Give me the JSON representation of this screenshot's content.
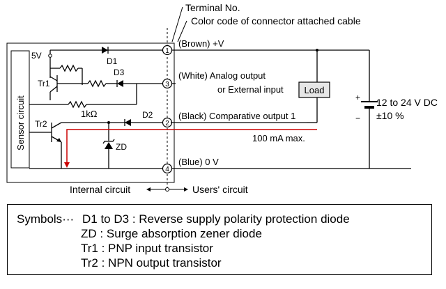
{
  "header": {
    "terminal_no": "Terminal No.",
    "color_code": "Color code of connector attached cable"
  },
  "sensor_box": {
    "label": "Sensor circuit"
  },
  "supply_5v": "5V",
  "components": {
    "d1": "D1",
    "d2": "D2",
    "d3": "D3",
    "tr1": "Tr1",
    "tr2": "Tr2",
    "zd": "ZD",
    "resistor": "1kΩ"
  },
  "terminals": [
    {
      "number": "1",
      "label": "(Brown) +V"
    },
    {
      "number": "3",
      "label_line1": "(White) Analog output",
      "label_line2": "or External input"
    },
    {
      "number": "2",
      "label": "(Black) Comparative output 1"
    },
    {
      "number": "4",
      "label": "(Blue) 0 V"
    }
  ],
  "load_label": "Load",
  "supply": {
    "plus": "+",
    "minus": "−",
    "voltage": "12 to 24 V DC",
    "tolerance": "±10 %"
  },
  "current_note": "100 mA max.",
  "boundary": {
    "left": "Internal circuit",
    "right": "Users' circuit"
  },
  "legend": {
    "heading": "Symbols",
    "dots": "···",
    "rows": [
      {
        "symbol": "D1 to D3",
        "desc": ": Reverse supply polarity protection diode"
      },
      {
        "symbol": "ZD",
        "desc": ": Surge absorption zener diode"
      },
      {
        "symbol": "Tr1",
        "desc": ": PNP input transistor"
      },
      {
        "symbol": "Tr2",
        "desc": ": NPN output transistor"
      }
    ]
  },
  "colors": {
    "current_arrow": "#cc0000",
    "line": "#000000"
  }
}
